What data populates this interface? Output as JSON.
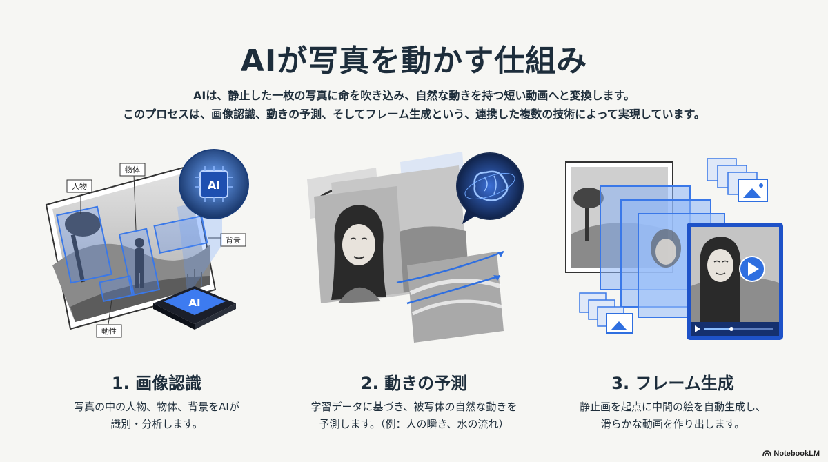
{
  "title": "AIが写真を動かす仕組み",
  "subtitle_lines": [
    "AIは、静止した一枚の写真に命を吹き込み、自然な動きを持つ短い動画へと変換します。",
    "このプロセスは、画像認識、動きの予測、そしてフレーム生成という、連携した複数の技術によって実現しています。"
  ],
  "colors": {
    "accent": "#2f6fe0",
    "heading": "#1d2d3b",
    "background": "#f6f6f3"
  },
  "illustration1": {
    "chip_label_top": "AI",
    "chip_label_bottom": "AI",
    "tag_person": "人物",
    "tag_object": "物体",
    "tag_background": "背景",
    "tag_motion": "動性"
  },
  "sections": [
    {
      "title": "1. 画像認識",
      "lines": [
        "写真の中の人物、物体、背景をAIが",
        "識別・分析します。"
      ]
    },
    {
      "title": "2. 動きの予測",
      "lines": [
        "学習データに基づき、被写体の自然な動きを",
        "予測します。（例：人の瞬き、水の流れ）"
      ]
    },
    {
      "title": "3. フレーム生成",
      "lines": [
        "静止画を起点に中間の絵を自動生成し、",
        "滑らかな動画を作り出します。"
      ]
    }
  ],
  "branding": {
    "logo_text": "NotebookLM",
    "icon": "notebooklm-logo-icon"
  }
}
